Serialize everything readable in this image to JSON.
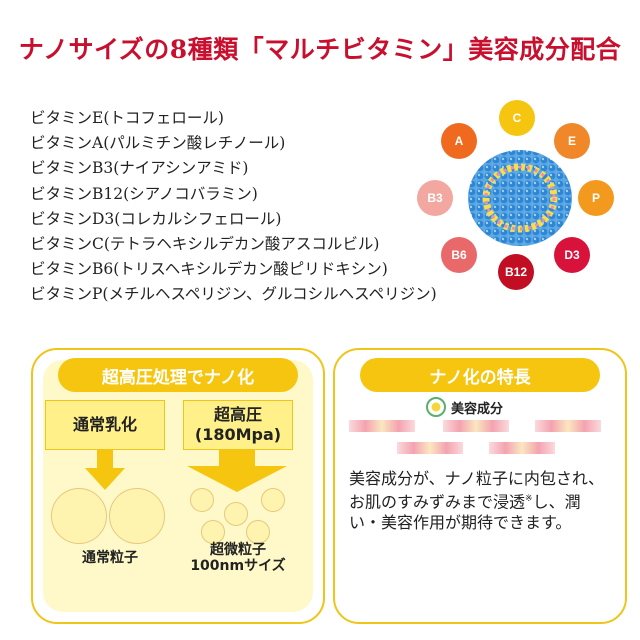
{
  "title": "ナノサイズの8種類「マルチビタミン」美容成分配合",
  "vitamins": [
    "ビタミンE(トコフェロール)",
    "ビタミンA(パルミチン酸レチノール)",
    "ビタミンB3(ナイアシンアミド)",
    "ビタミンB12(シアノコバラミン)",
    "ビタミンD3(コレカルシフェロール)",
    "ビタミンC(テトラヘキシルデカン酸アスコルビル)",
    "ビタミンB6(トリスヘキシルデカン酸ピリドキシン)",
    "ビタミンP(メチルヘスペリジン、グルコシルヘスペリジン)"
  ],
  "diagram": {
    "dots": [
      {
        "label": "C",
        "color": "#f5c50f"
      },
      {
        "label": "A",
        "color": "#ef6a1f"
      },
      {
        "label": "E",
        "color": "#f0882a"
      },
      {
        "label": "B3",
        "color": "#f2a7a0"
      },
      {
        "label": "P",
        "color": "#f39a1e"
      },
      {
        "label": "B6",
        "color": "#e9696a"
      },
      {
        "label": "D3",
        "color": "#d8123a"
      },
      {
        "label": "B12",
        "color": "#c20e22"
      }
    ]
  },
  "left_panel": {
    "header": "超高圧処理でナノ化",
    "box_normal": "通常乳化",
    "box_high_1": "超高圧",
    "box_high_2": "(180Mpa)",
    "label_normal": "通常粒子",
    "label_micro_1": "超微粒子",
    "label_micro_2": "100nmサイズ"
  },
  "right_panel": {
    "header": "ナノ化の特長",
    "legend": "美容成分",
    "text_main": "美容成分が、ナノ粒子に内包され、お肌のすみずみまで浸透",
    "text_mark": "※",
    "text_rest": "し、潤い・美容作用が期待できます。"
  }
}
